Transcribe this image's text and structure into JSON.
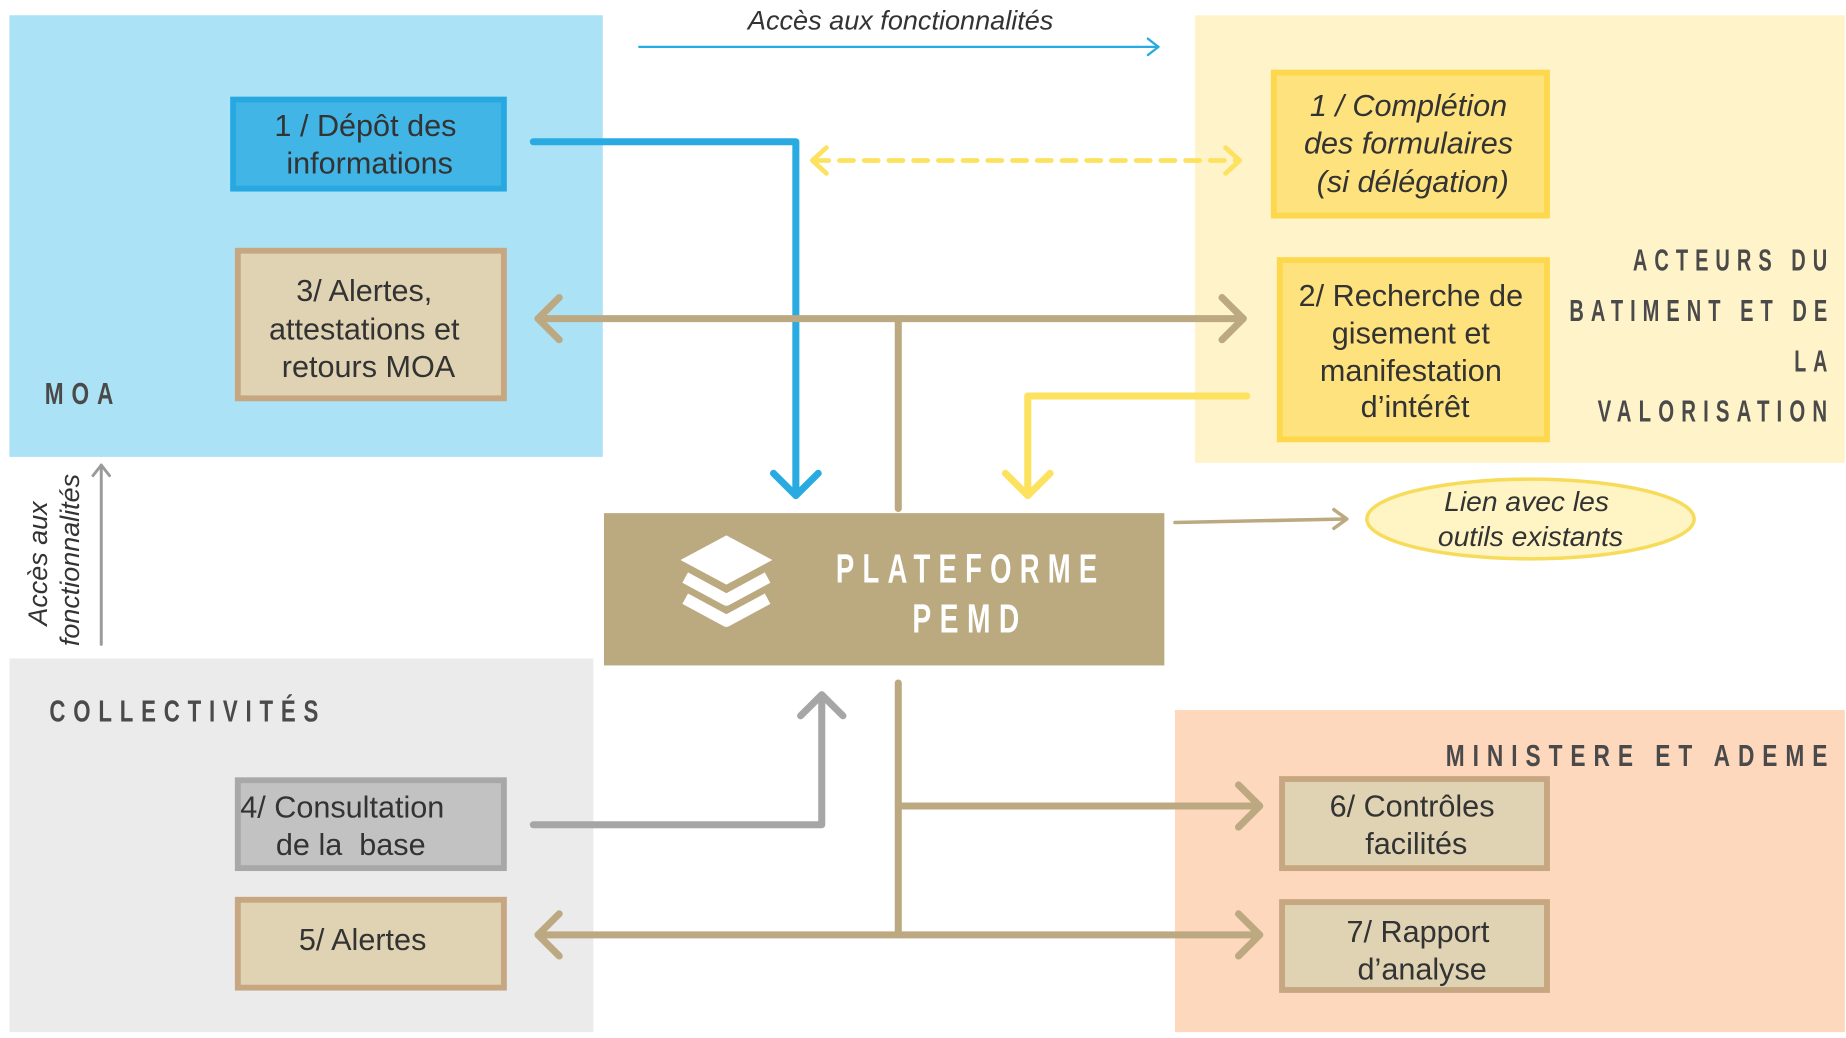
{
  "regions": {
    "moa": {
      "label": "MOA",
      "color": "#ace2f6"
    },
    "acteurs": {
      "label_lines": [
        "ACTEURS DU",
        "BATIMENT ET DE",
        "LA",
        "VALORISATION"
      ],
      "color": "#fff3c9"
    },
    "collectivites": {
      "label": "COLLECTIVITÉS",
      "color": "#ebebeb"
    },
    "ministere": {
      "label": "MINISTERE ET ADEME",
      "color": "#fdd8bd"
    }
  },
  "boxes": {
    "depot": {
      "lines": [
        "1 / Dépôt des",
        "informations"
      ],
      "fill": "#42b5e7",
      "border": "#27a8e0"
    },
    "alertes_moa": {
      "lines": [
        "3/ Alertes,",
        "attestations et",
        "retours MOA"
      ],
      "fill": "#e0d3b4",
      "border": "#c6a781"
    },
    "completion": {
      "lines": [
        "1 / Complétion",
        "des formulaires",
        "(si délégation)"
      ],
      "fill": "#fee27e",
      "border": "#fdd84c"
    },
    "recherche": {
      "lines": [
        "2/ Recherche de",
        "gisement et",
        "manifestation",
        "d’intérêt"
      ],
      "fill": "#fee27e",
      "border": "#fdd84c"
    },
    "consultation": {
      "lines": [
        "4/ Consultation",
        "de la  base"
      ],
      "fill": "#c2c2c2",
      "border": "#a8a8a8"
    },
    "alertes": {
      "lines": [
        "5/ Alertes"
      ],
      "fill": "#e0d3b4",
      "border": "#c6a781"
    },
    "controles": {
      "lines": [
        "6/ Contrôles",
        "facilités"
      ],
      "fill": "#e0d3b4",
      "border": "#c6a781"
    },
    "rapport": {
      "lines": [
        "7/ Rapport",
        "d’analyse"
      ],
      "fill": "#e0d3b4",
      "border": "#c6a781"
    }
  },
  "platform": {
    "lines": [
      "PLATEFORME",
      "PEMD"
    ],
    "icon": "layers-icon",
    "color": "#bba97f"
  },
  "external_link": {
    "lines": [
      "Lien avec les",
      "outils existants"
    ],
    "fill": "#fff5c4",
    "border": "#f7dc5b"
  },
  "access_labels": {
    "top": "Accès aux fonctionnalités",
    "side": [
      "Accès aux",
      "fonctionnalités"
    ]
  },
  "connectors": {
    "blue": "#29abe2",
    "tan": "#bca982",
    "yellow": "#fde260",
    "gray": "#a6a6a6",
    "thin_gray": "#9a9a9a"
  }
}
